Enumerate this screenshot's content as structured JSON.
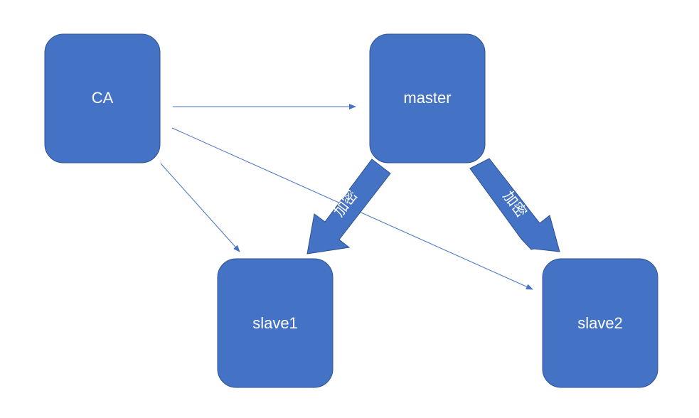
{
  "colors": {
    "node_fill": "#4472C4",
    "node_stroke": "#2F528F",
    "line": "#4472C4",
    "text": "#FFFFFF"
  },
  "nodes": {
    "ca": {
      "label": "CA"
    },
    "master": {
      "label": "master"
    },
    "slave1": {
      "label": "slave1"
    },
    "slave2": {
      "label": "slave2"
    }
  },
  "connections": [
    {
      "from": "ca",
      "to": "master",
      "kind": "thin-arrow"
    },
    {
      "from": "ca",
      "to": "slave1",
      "kind": "thin-arrow"
    },
    {
      "from": "ca",
      "to": "slave2",
      "kind": "thin-arrow"
    },
    {
      "from": "master",
      "to": "slave1",
      "kind": "block-arrow",
      "label": "加密"
    },
    {
      "from": "master",
      "to": "slave2",
      "kind": "block-arrow",
      "label": "加密"
    }
  ]
}
